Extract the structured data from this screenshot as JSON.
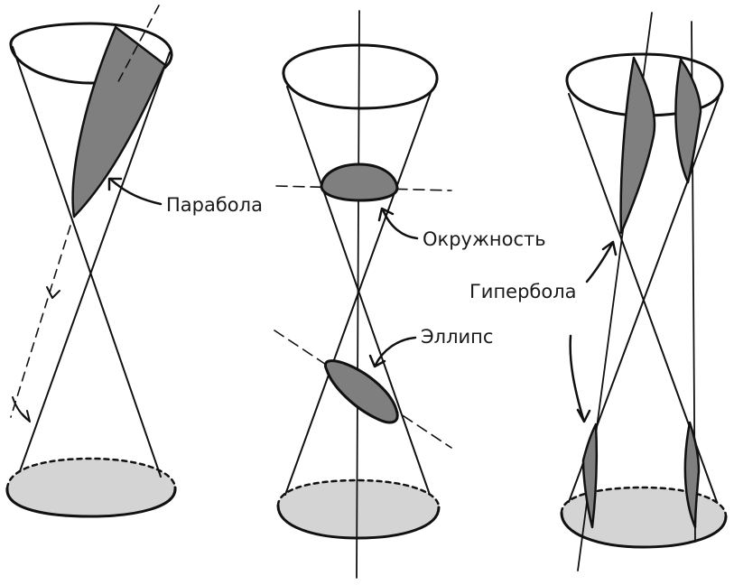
{
  "labels": {
    "parabola": "Парабола",
    "circle": "Окружность",
    "ellipse": "Эллипс",
    "hyperbola": "Гипербола"
  },
  "colors": {
    "ink": "#111111",
    "section_fill": "#7f7f7f",
    "base_fill": "#d4d4d4",
    "background": "#ffffff"
  }
}
